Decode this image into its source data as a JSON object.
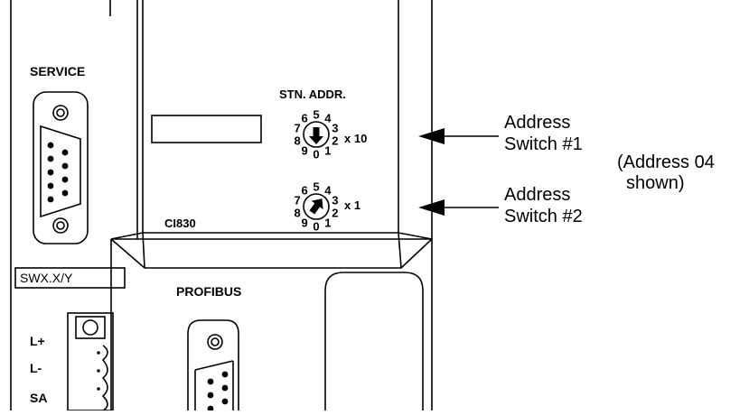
{
  "module": {
    "service_label": "SERVICE",
    "model_label": "CI830",
    "profibus_label": "PROFIBUS",
    "sw_label": "SWX.X/Y",
    "station_address_label": "STN. ADDR.",
    "terminal_labels": [
      "L+",
      "L-",
      "SA"
    ]
  },
  "switches": [
    {
      "multiplier_label": "x 10",
      "digits": [
        "0",
        "1",
        "2",
        "3",
        "4",
        "5",
        "6",
        "7",
        "8",
        "9"
      ],
      "pointer_value": 0
    },
    {
      "multiplier_label": "x 1",
      "digits": [
        "0",
        "1",
        "2",
        "3",
        "4",
        "5",
        "6",
        "7",
        "8",
        "9"
      ],
      "pointer_value": 4
    }
  ],
  "callouts": {
    "switch1": [
      "Address",
      "Switch #1"
    ],
    "switch2": [
      "Address",
      "Switch #2"
    ],
    "note": [
      "(Address 04",
      "shown)"
    ]
  },
  "colors": {
    "line": "#000000",
    "background": "#ffffff"
  }
}
